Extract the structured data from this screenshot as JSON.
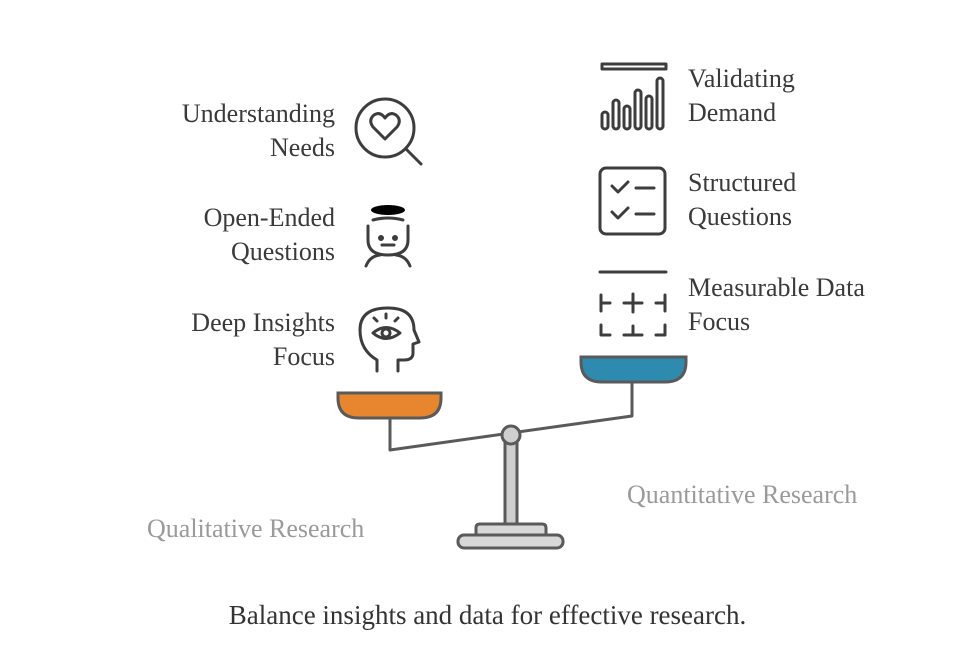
{
  "left": {
    "title": "Qualitative Research",
    "color": "#E8862F",
    "items": [
      {
        "line1": "Understanding",
        "line2": "Needs",
        "icon": "heart-magnifier-icon"
      },
      {
        "line1": "Open-Ended",
        "line2": "Questions",
        "icon": "thinking-person-icon"
      },
      {
        "line1": "Deep Insights",
        "line2": "Focus",
        "icon": "head-eye-icon"
      }
    ]
  },
  "right": {
    "title": "Quantitative Research",
    "color": "#2E8AAE",
    "items": [
      {
        "line1": "Validating",
        "line2": "Demand",
        "icon": "bar-chart-icon"
      },
      {
        "line1": "Structured",
        "line2": "Questions",
        "icon": "checklist-icon"
      },
      {
        "line1": "Measurable Data",
        "line2": "Focus",
        "icon": "measure-frame-icon"
      }
    ]
  },
  "caption": "Balance insights and data for effective research."
}
